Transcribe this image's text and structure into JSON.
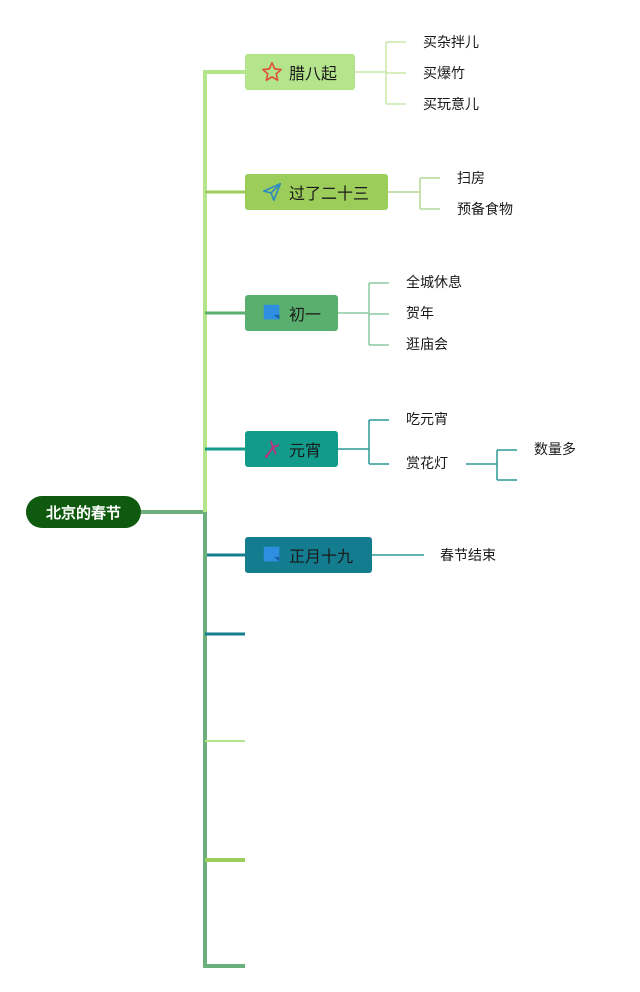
{
  "colors": {
    "root": "#0f5a0f",
    "topic_1": "#b4e48c",
    "topic_2": "#9ccc5a",
    "topic_3": "#5aaf6e",
    "topic_4": "#129a8a",
    "topic_5": "#137c8e",
    "connector_green": "#8cc8a0",
    "connector_teal": "#2a9a96"
  },
  "root": {
    "label": "北京的春节"
  },
  "topics": [
    {
      "label": "腊八起",
      "icon": "star-icon",
      "children": [
        "买杂拌儿",
        "买爆竹",
        "买玩意儿"
      ]
    },
    {
      "label": "过了二十三",
      "icon": "paper-plane-icon",
      "children": [
        "扫房",
        "预备食物"
      ]
    },
    {
      "label": "初一",
      "icon": "flag-icon",
      "children": [
        "全城休息",
        "贺年",
        "逛庙会"
      ]
    },
    {
      "label": "元宵",
      "icon": "sparkle-icon",
      "children": [
        "吃元宵",
        "赏花灯"
      ],
      "grandchild": "数量多"
    },
    {
      "label": "正月十九",
      "icon": "flag-icon",
      "children": [
        "春节结束"
      ]
    }
  ]
}
